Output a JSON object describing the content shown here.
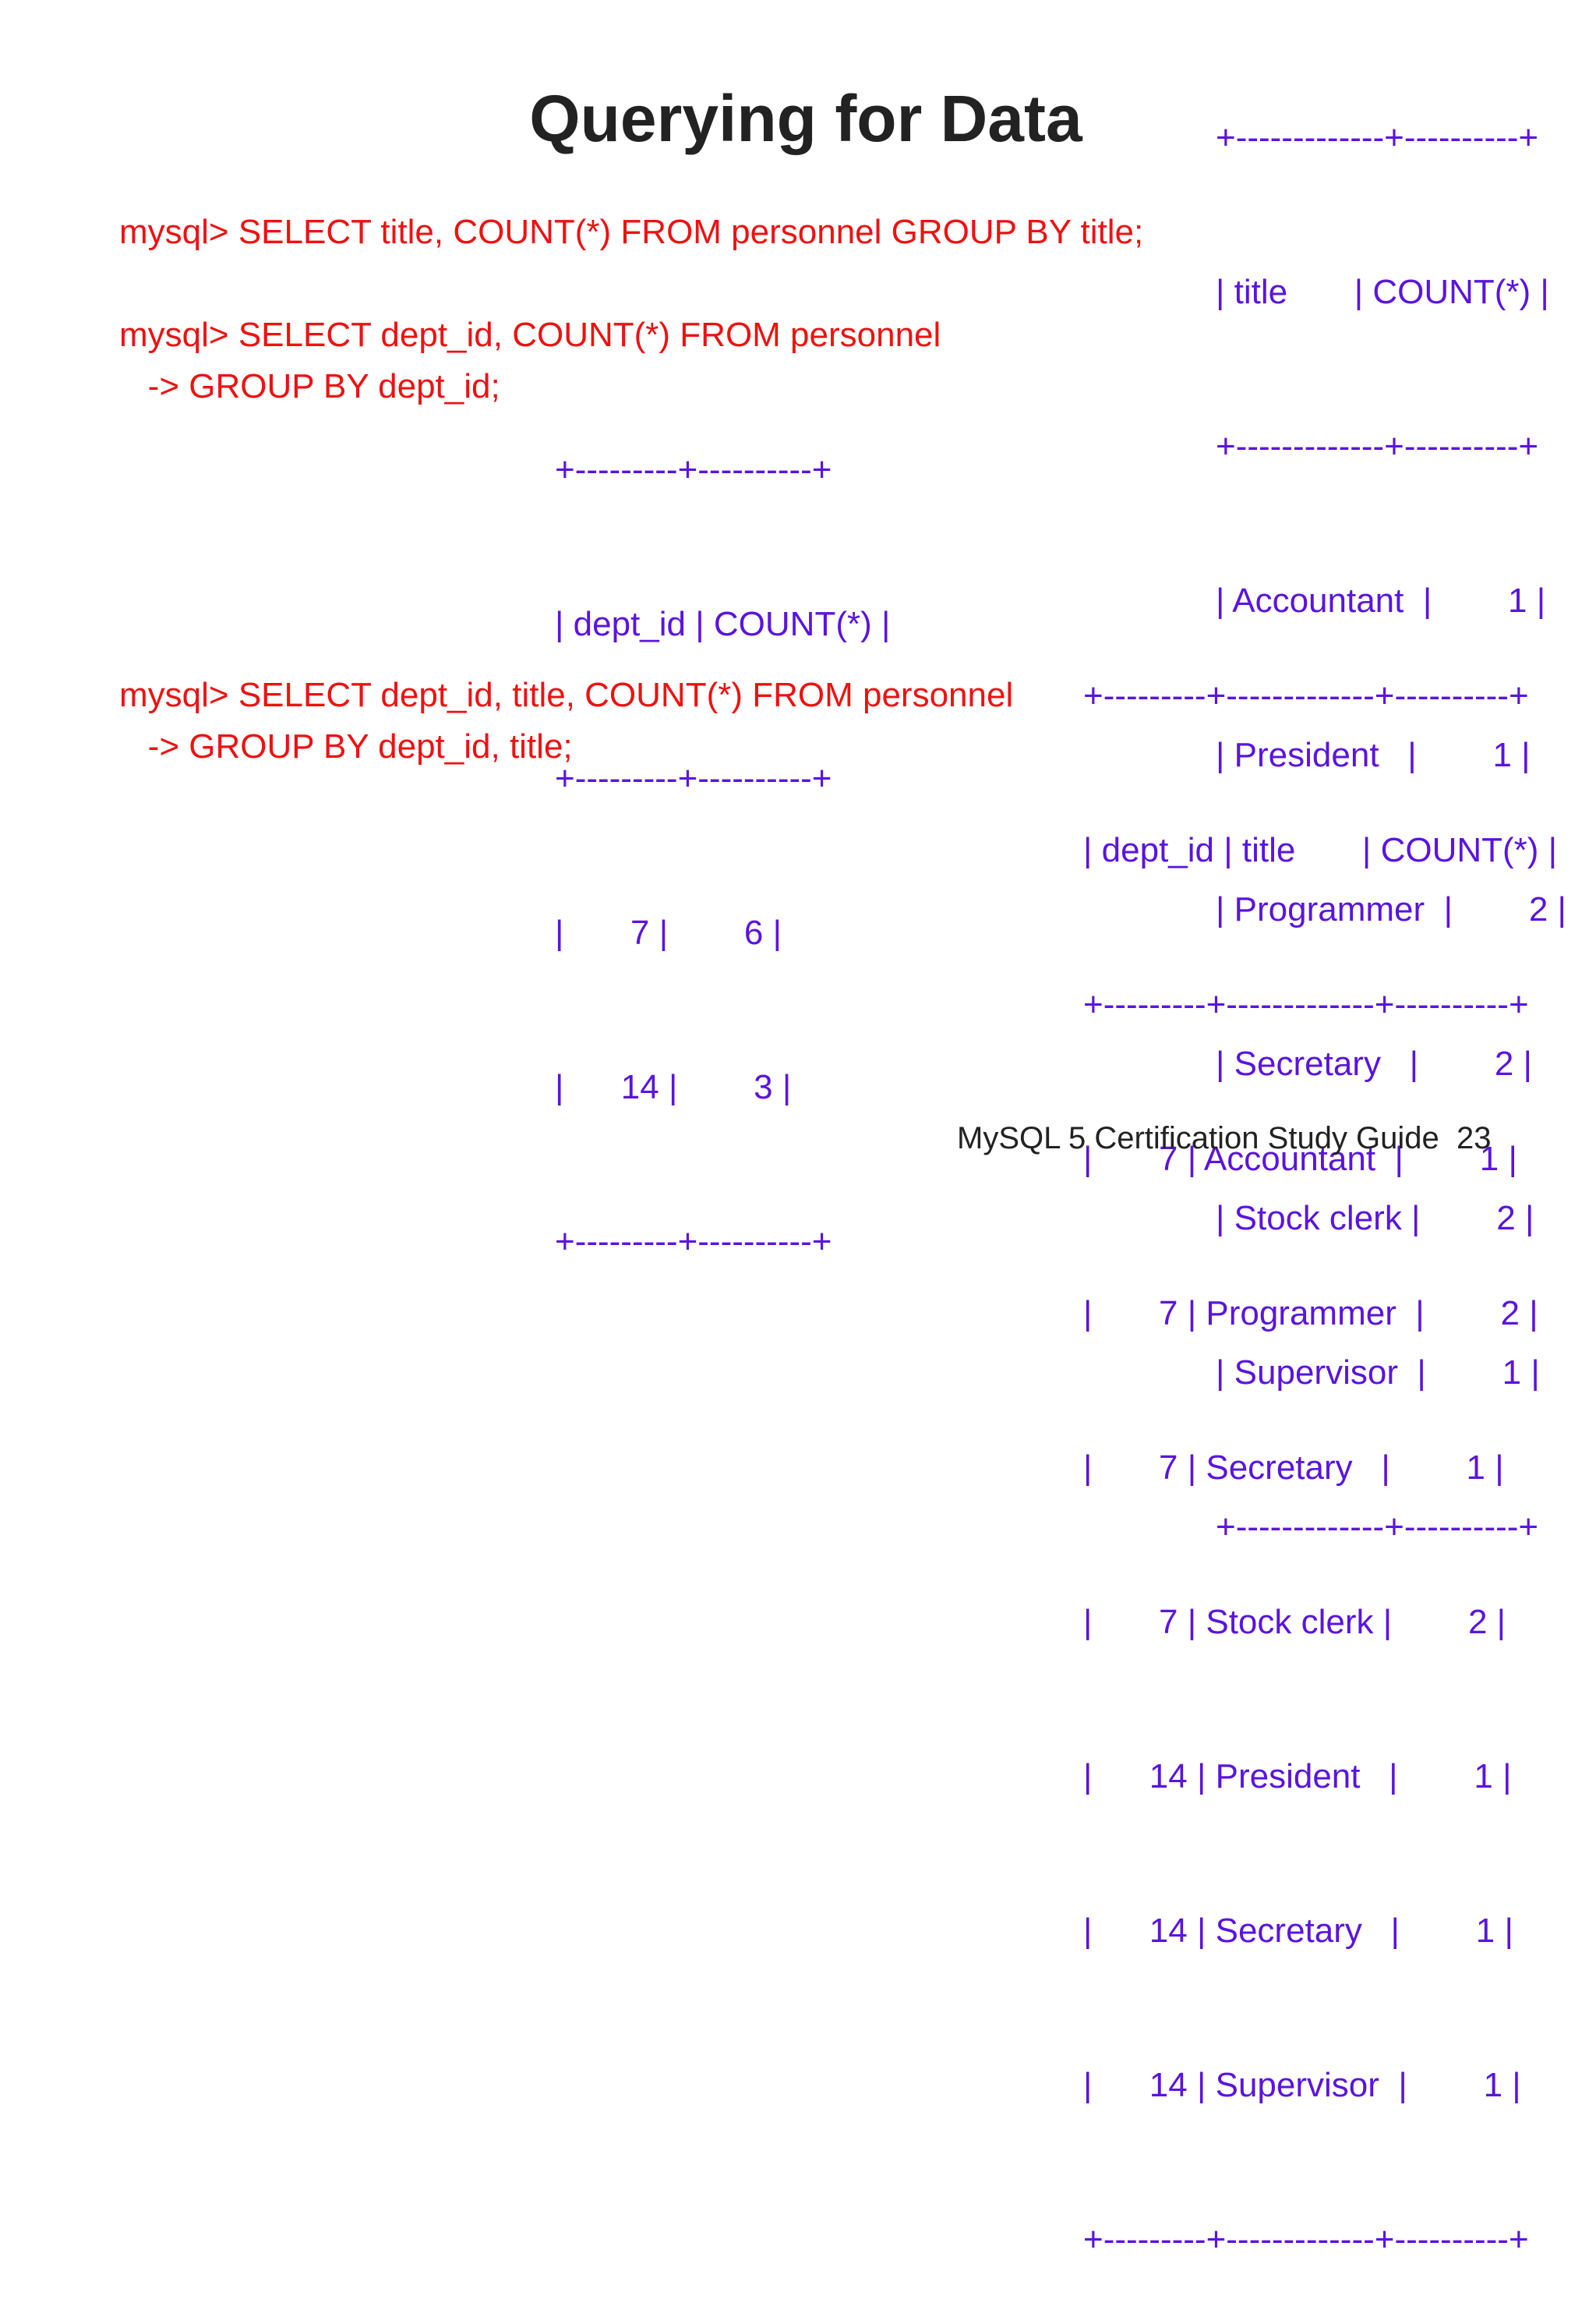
{
  "slide": {
    "title": "Querying for Data",
    "footer": "MySQL 5 Certification Study Guide  23"
  },
  "queries": [
    {
      "line1": "mysql> SELECT title, COUNT(*) FROM personnel GROUP BY title;"
    },
    {
      "line1": "mysql> SELECT dept_id, COUNT(*) FROM personnel",
      "line2": "   -> GROUP BY dept_id;"
    },
    {
      "line1": "mysql> SELECT dept_id, title, COUNT(*) FROM personnel",
      "line2": "   -> GROUP BY dept_id, title;"
    }
  ],
  "tables": {
    "by_title": [
      "+-------------+----------+",
      "| title       | COUNT(*) |",
      "+-------------+----------+",
      "| Accountant  |        1 |",
      "| President   |        1 |",
      "| Programmer  |        2 |",
      "| Secretary   |        2 |",
      "| Stock clerk |        2 |",
      "| Supervisor  |        1 |",
      "+-------------+----------+"
    ],
    "by_dept": [
      "+---------+----------+",
      "| dept_id | COUNT(*) |",
      "+---------+----------+",
      "|       7 |        6 |",
      "|      14 |        3 |",
      "+---------+----------+"
    ],
    "by_dept_title": [
      "+---------+-------------+----------+",
      "| dept_id | title       | COUNT(*) |",
      "+---------+-------------+----------+",
      "|       7 | Accountant  |        1 |",
      "|       7 | Programmer  |        2 |",
      "|       7 | Secretary   |        1 |",
      "|       7 | Stock clerk |        2 |",
      "|      14 | President   |        1 |",
      "|      14 | Secretary   |        1 |",
      "|      14 | Supervisor  |        1 |",
      "+---------+-------------+----------+"
    ]
  }
}
